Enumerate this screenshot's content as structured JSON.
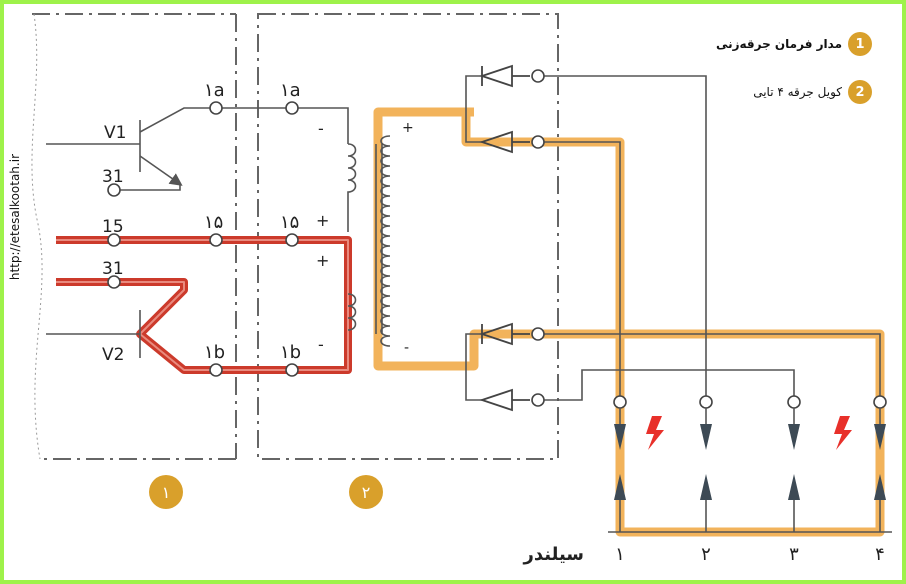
{
  "watermark": "http://etesalkootah.ir",
  "legend": {
    "item1": {
      "number": "1",
      "label": "مدار فرمان جرقه‌زنی"
    },
    "item2": {
      "number": "2",
      "label": "کویل جرقه ۴ تایی"
    }
  },
  "box_badges": {
    "box1": "۱",
    "box2": "۲"
  },
  "module1_labels": {
    "v1": "V1",
    "v2": "V2",
    "t31a": "31",
    "t15": "15",
    "t31b": "31"
  },
  "terminals": {
    "t1a_left": "۱a",
    "t1a_right": "۱a",
    "t15_left": "۱۵",
    "t15_right": "۱۵",
    "t1b_left": "۱b",
    "t1b_right": "۱b"
  },
  "polarity": {
    "minus": "-",
    "plus": "+"
  },
  "cylinders": {
    "label": "سیلندر",
    "numbers": [
      "۱",
      "۲",
      "۳",
      "۴"
    ]
  },
  "colors": {
    "border": "#9ef24a",
    "badge": "#d9a02b",
    "highlight_orange": "#f2b35b",
    "highlight_red": "#cc3a2b",
    "spark": "#e8302a",
    "wire": "#555555"
  },
  "icons": {
    "spark": "lightning-bolt-icon",
    "diode": "diode-icon",
    "spark_plug": "spark-plug-icon"
  }
}
